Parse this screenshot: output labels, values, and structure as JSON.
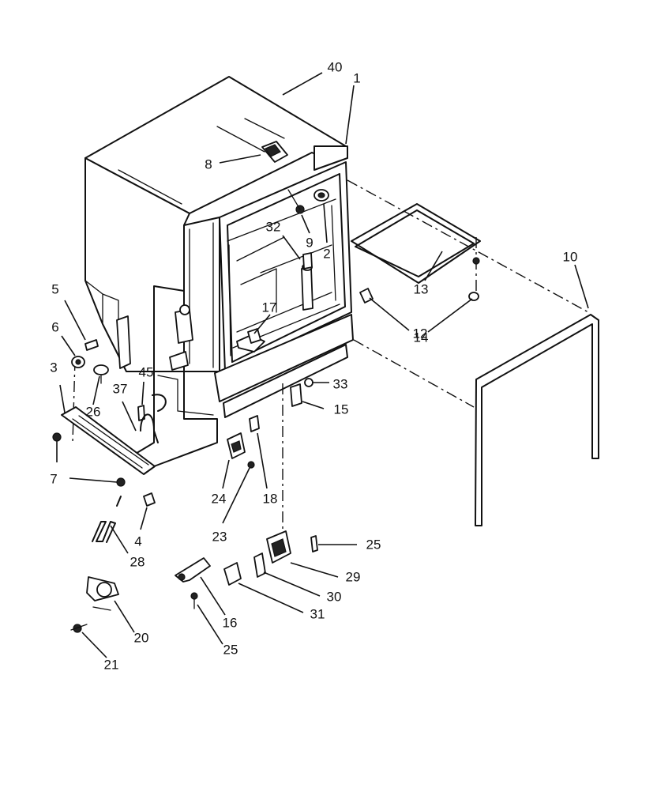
{
  "callouts": [
    {
      "id": "40",
      "text": "40"
    },
    {
      "id": "1",
      "text": "1"
    },
    {
      "id": "8",
      "text": "8"
    },
    {
      "id": "32",
      "text": "32"
    },
    {
      "id": "9",
      "text": "9"
    },
    {
      "id": "2",
      "text": "2"
    },
    {
      "id": "10",
      "text": "10"
    },
    {
      "id": "5",
      "text": "5"
    },
    {
      "id": "6",
      "text": "6"
    },
    {
      "id": "3",
      "text": "3"
    },
    {
      "id": "17",
      "text": "17"
    },
    {
      "id": "13",
      "text": "13"
    },
    {
      "id": "12",
      "text": "12"
    },
    {
      "id": "14",
      "text": "14"
    },
    {
      "id": "45",
      "text": "45"
    },
    {
      "id": "37",
      "text": "37"
    },
    {
      "id": "26",
      "text": "26"
    },
    {
      "id": "33",
      "text": "33"
    },
    {
      "id": "15",
      "text": "15"
    },
    {
      "id": "7",
      "text": "7"
    },
    {
      "id": "24",
      "text": "24"
    },
    {
      "id": "18",
      "text": "18"
    },
    {
      "id": "4",
      "text": "4"
    },
    {
      "id": "23",
      "text": "23"
    },
    {
      "id": "28",
      "text": "28"
    },
    {
      "id": "25a",
      "text": "25"
    },
    {
      "id": "29",
      "text": "29"
    },
    {
      "id": "30",
      "text": "30"
    },
    {
      "id": "31",
      "text": "31"
    },
    {
      "id": "16",
      "text": "16"
    },
    {
      "id": "20",
      "text": "20"
    },
    {
      "id": "25b",
      "text": "25"
    },
    {
      "id": "21",
      "text": "21"
    }
  ]
}
